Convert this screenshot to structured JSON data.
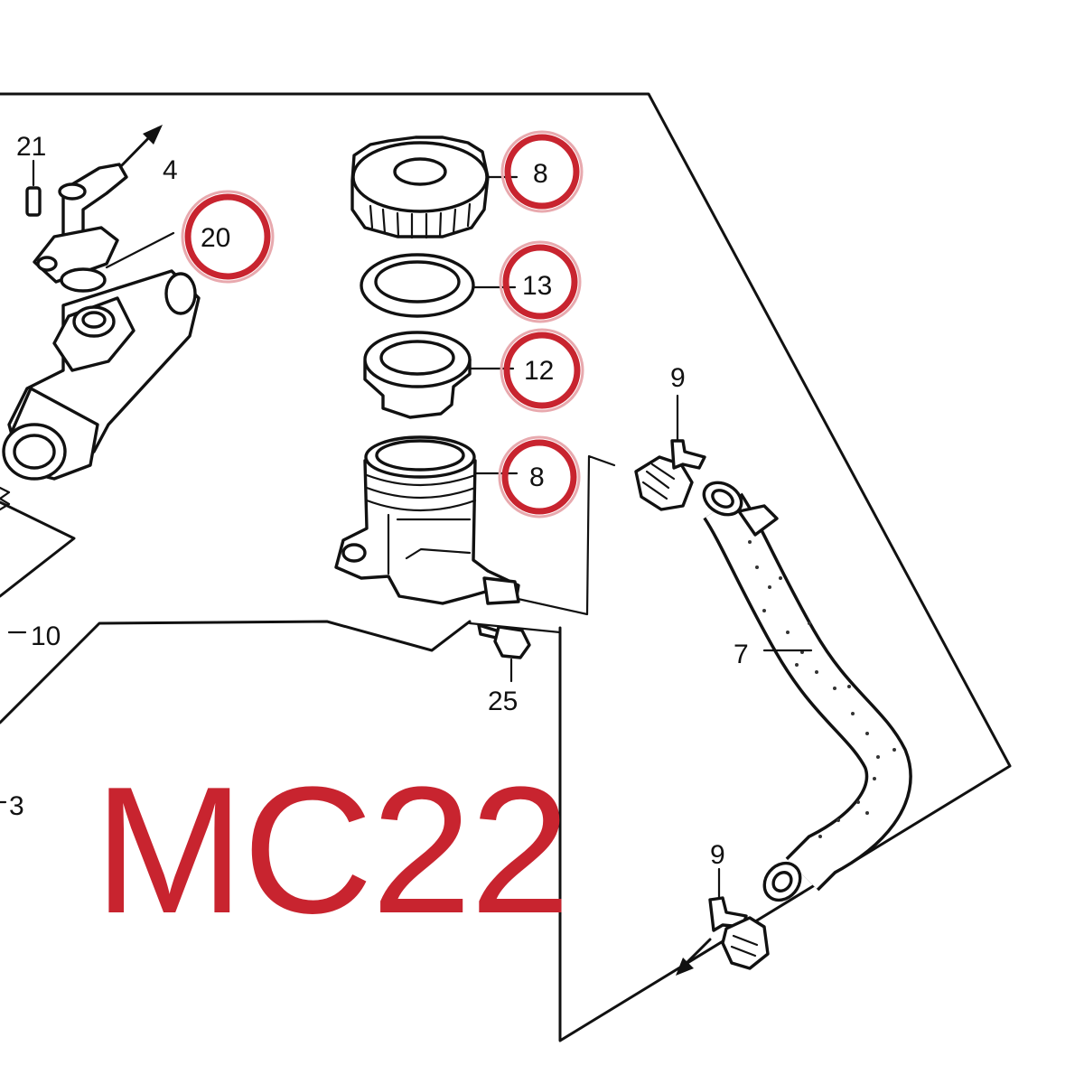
{
  "callouts": {
    "n21": "21",
    "n4": "4",
    "n20": "20",
    "n8_top": "8",
    "n13": "13",
    "n12": "12",
    "n8_bottom": "8",
    "n9_top": "9",
    "n9_bottom": "9",
    "n7": "7",
    "n25": "25",
    "n10": "10",
    "n3": "3"
  },
  "highlighted_parts": [
    "20",
    "8",
    "13",
    "12",
    "8"
  ],
  "highlight_color": "#c8242f",
  "model_code": "MC22"
}
